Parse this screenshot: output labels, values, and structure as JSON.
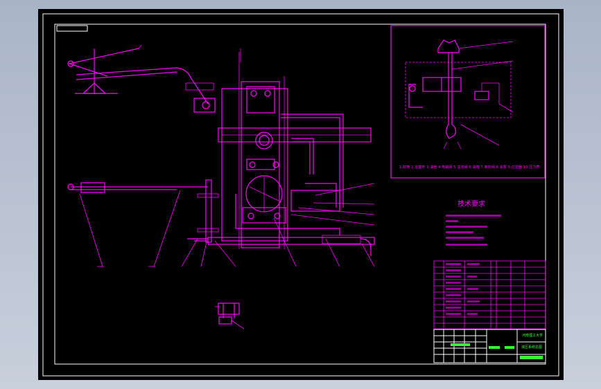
{
  "drawing": {
    "tag_label": "",
    "tech_req_title": "技术要求",
    "legend_line": "1.缸筒 2.活塞杆 3.油管 4.电磁阀 5.溢流阀 6.油箱 7.单向阀 8.油泵 9.过滤器 10.压力表",
    "university": "河南理工大学",
    "drawing_title": "液压系统总图"
  },
  "colors": {
    "background": "#a9b4c7",
    "paper": "#000000",
    "lines": "#ff00ff",
    "frame": "#ffffff",
    "titleblock_text": "#33ff33"
  }
}
